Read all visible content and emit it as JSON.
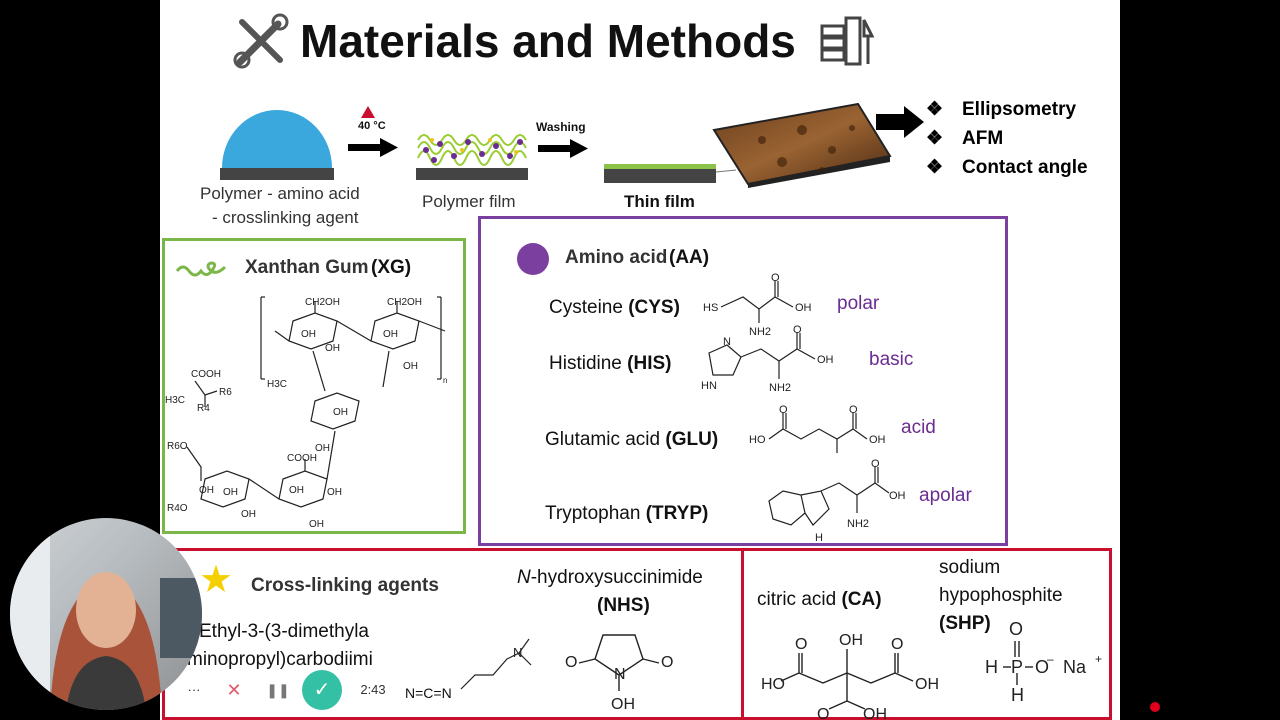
{
  "title": "Materials and Methods",
  "process": {
    "step1_label_line1": "Polymer - amino acid",
    "step1_label_line2": "- crosslinking agent",
    "heat_label": "40 °C",
    "step2_label": "Polymer film",
    "washing_label": "Washing",
    "step3_label": "Thin film"
  },
  "techniques": [
    "Ellipsometry",
    "AFM",
    "Contact angle"
  ],
  "xanthan": {
    "title": "Xanthan Gum",
    "abbr": "(XG)",
    "labels": [
      "CH2OH",
      "CH2OH",
      "OH",
      "OH",
      "OH",
      "OH",
      "OH",
      "H3C",
      "COOH",
      "R6",
      "H3C",
      "R4",
      "R6O",
      "OH",
      "COOH",
      "OH",
      "OH",
      "OH",
      "OH",
      "R4O",
      "OH",
      "OH",
      "n"
    ]
  },
  "amino_acids": {
    "title": "Amino acid",
    "abbr": "(AA)",
    "items": [
      {
        "name": "Cysteine",
        "abbr": "(CYS)",
        "type": "polar"
      },
      {
        "name": "Histidine",
        "abbr": "(HIS)",
        "type": "basic"
      },
      {
        "name": "Glutamic acid",
        "abbr": "(GLU)",
        "type": "acid"
      },
      {
        "name": "Tryptophan",
        "abbr": "(TRYP)",
        "type": "apolar"
      }
    ],
    "struct_labels": {
      "cys": [
        "HS",
        "O",
        "OH",
        "NH2"
      ],
      "his": [
        "N",
        "HN",
        "O",
        "OH",
        "NH2"
      ],
      "glu": [
        "O",
        "O",
        "HO",
        "OH"
      ],
      "tryp": [
        "O",
        "OH",
        "NH2",
        "H"
      ]
    }
  },
  "crosslinking": {
    "title": "Cross-linking agents",
    "edc_line1": "Ethyl-3-(3-dimethyla",
    "edc_line2": "minopropyl)carbodiimi",
    "edc_frag": "N=C=N",
    "nhs_prefix": "N",
    "nhs_name": "-hydroxysuccinimide",
    "nhs_abbr": "(NHS)",
    "nhs_labels": [
      "O",
      "N",
      "O",
      "OH"
    ]
  },
  "citric": {
    "name": "citric acid",
    "abbr": "(CA)",
    "labels": [
      "OH",
      "O",
      "HO",
      "O",
      "OH",
      "O",
      "OH"
    ]
  },
  "shp": {
    "line1": "sodium",
    "line2": "hypophosphite",
    "abbr": "(SHP)",
    "labels": [
      "O",
      "H",
      "P",
      "O",
      "Na",
      "H"
    ]
  },
  "player": {
    "more": "···",
    "time": "2:43"
  },
  "colors": {
    "green_box": "#7ab648",
    "purple_box": "#7b3fa0",
    "red_box": "#c8102e",
    "dome": "#3aa7dd",
    "check": "#34c0a4",
    "dot": "#e0001b"
  }
}
